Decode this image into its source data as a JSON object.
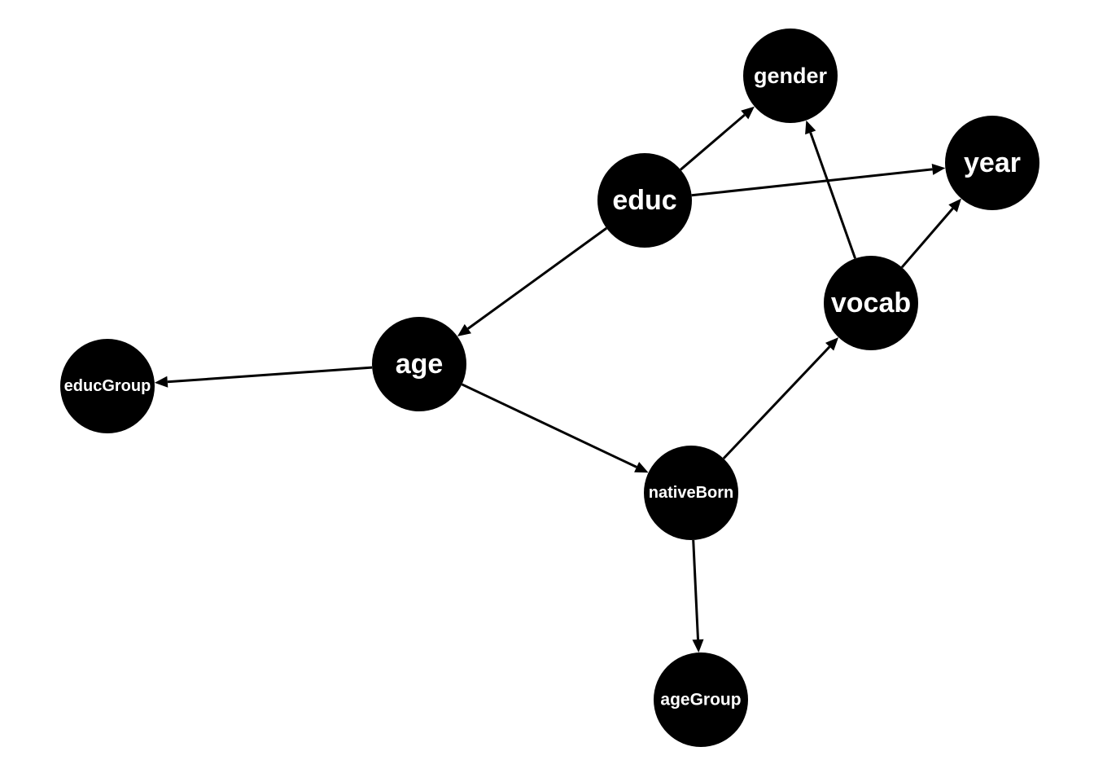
{
  "graph": {
    "node_color": "#000000",
    "label_color": "#ffffff",
    "edge_color": "#000000",
    "nodes": [
      {
        "id": "gender",
        "label": "gender"
      },
      {
        "id": "year",
        "label": "year"
      },
      {
        "id": "educ",
        "label": "educ"
      },
      {
        "id": "vocab",
        "label": "vocab"
      },
      {
        "id": "age",
        "label": "age"
      },
      {
        "id": "educGroup",
        "label": "educGroup"
      },
      {
        "id": "nativeBorn",
        "label": "nativeBorn"
      },
      {
        "id": "ageGroup",
        "label": "ageGroup"
      }
    ],
    "edges": [
      {
        "from": "educ",
        "to": "gender"
      },
      {
        "from": "educ",
        "to": "year"
      },
      {
        "from": "educ",
        "to": "age"
      },
      {
        "from": "vocab",
        "to": "gender"
      },
      {
        "from": "vocab",
        "to": "year"
      },
      {
        "from": "age",
        "to": "educGroup"
      },
      {
        "from": "age",
        "to": "nativeBorn"
      },
      {
        "from": "nativeBorn",
        "to": "vocab"
      },
      {
        "from": "nativeBorn",
        "to": "ageGroup"
      }
    ]
  }
}
